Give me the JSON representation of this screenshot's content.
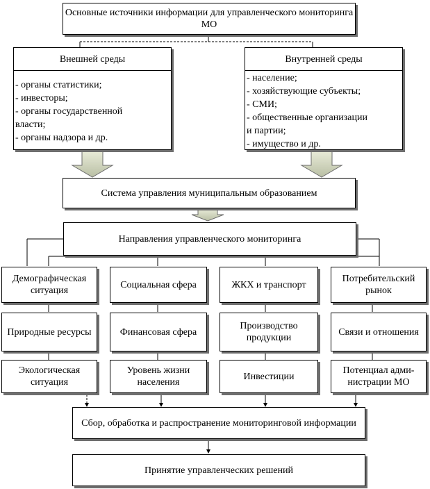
{
  "title": "Основные источники информации для управленческого мониторинга МО",
  "external": {
    "header": "Внешней среды",
    "items": [
      "- органы статистики;",
      "- инвесторы;",
      "- органы государственной",
      "власти;",
      "- органы надзора и др."
    ]
  },
  "internal": {
    "header": "Внутренней среды",
    "items": [
      "- население;",
      "- хозяйствующие субъекты;",
      "- СМИ;",
      "- общественные организации",
      "и партии;",
      "- имущество и др."
    ]
  },
  "system": "Система управления муниципальным образованием",
  "directions": "Направления управленческого мониторинга",
  "grid": [
    [
      "Демографическая ситуация",
      "Социальная сфера",
      "ЖКХ и транспорт",
      "Потребительский рынок"
    ],
    [
      "Природные ресурсы",
      "Финансовая сфера",
      "Производство продукции",
      "Связи и отношения"
    ],
    [
      "Экологическая ситуация",
      "Уровень жизни населения",
      "Инвестиции",
      "Потенциал адми-нистрации МО"
    ]
  ],
  "collect": "Сбор, обработка и распространение мониторинговой информации",
  "decisions": "Принятие управленческих решений"
}
